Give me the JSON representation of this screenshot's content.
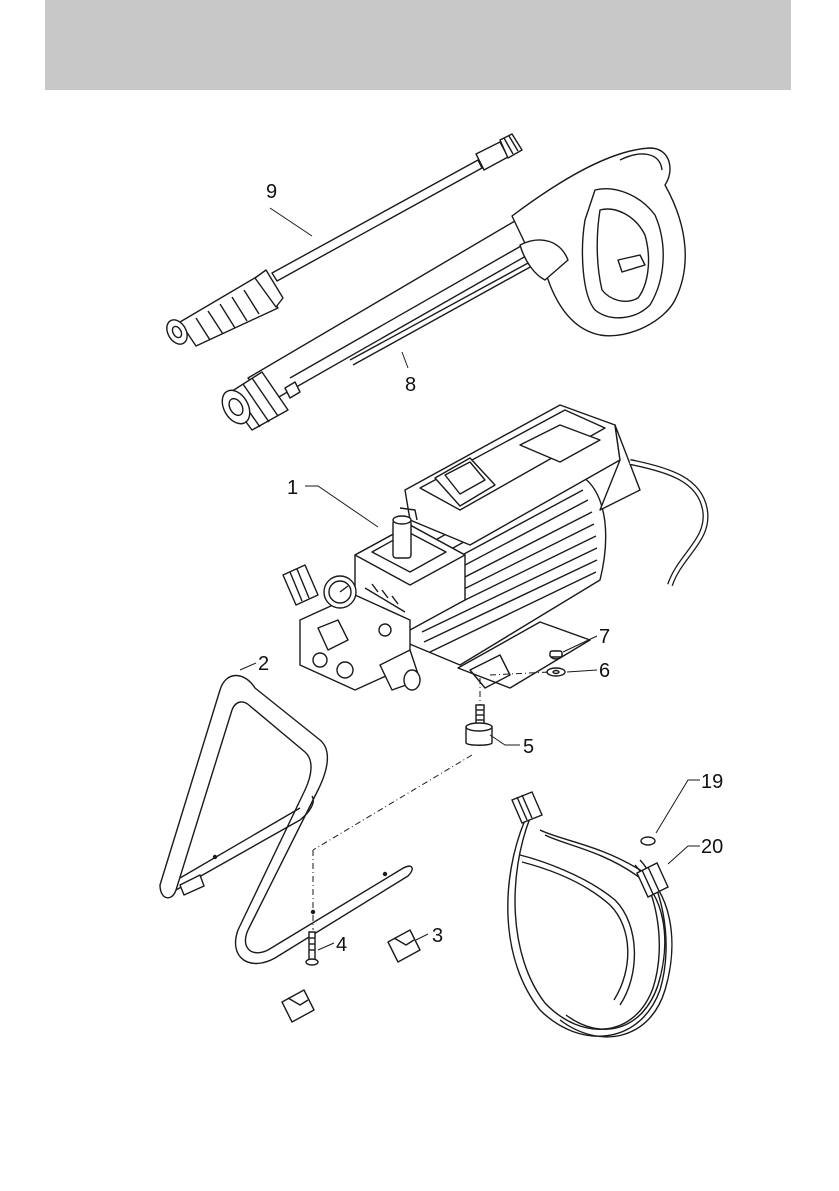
{
  "header_band": {
    "color": "#c8c8c8"
  },
  "diagram": {
    "line_color": "#1a1a1a",
    "callouts": [
      {
        "id": "1",
        "label": "1"
      },
      {
        "id": "2",
        "label": "2"
      },
      {
        "id": "3",
        "label": "3"
      },
      {
        "id": "4",
        "label": "4"
      },
      {
        "id": "5",
        "label": "5"
      },
      {
        "id": "6",
        "label": "6"
      },
      {
        "id": "7",
        "label": "7"
      },
      {
        "id": "8",
        "label": "8"
      },
      {
        "id": "9",
        "label": "9"
      },
      {
        "id": "19",
        "label": "19"
      },
      {
        "id": "20",
        "label": "20"
      }
    ]
  }
}
